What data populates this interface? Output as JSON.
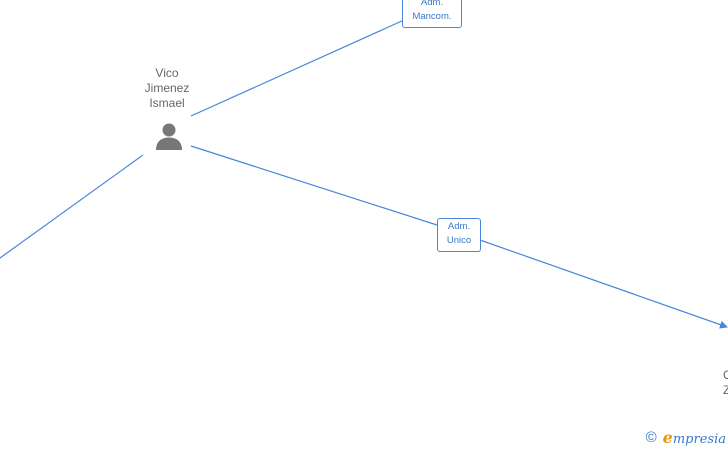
{
  "person": {
    "first": "Vico",
    "middle": "Jimenez",
    "last": "Ismael",
    "icon": "person-icon"
  },
  "edges": {
    "top_label_line1": "Adm.",
    "top_label_line2": "Mancom.",
    "mid_label_line1": "Adm.",
    "mid_label_line2": "Unico"
  },
  "partial_node": {
    "line1": "C",
    "line2": "Z"
  },
  "footer": {
    "copyright": "©",
    "brand_first": "e",
    "brand_rest": "mpresia"
  },
  "colors": {
    "edge": "#4a86d8",
    "person": "#777777",
    "brand_accent": "#f29400"
  }
}
